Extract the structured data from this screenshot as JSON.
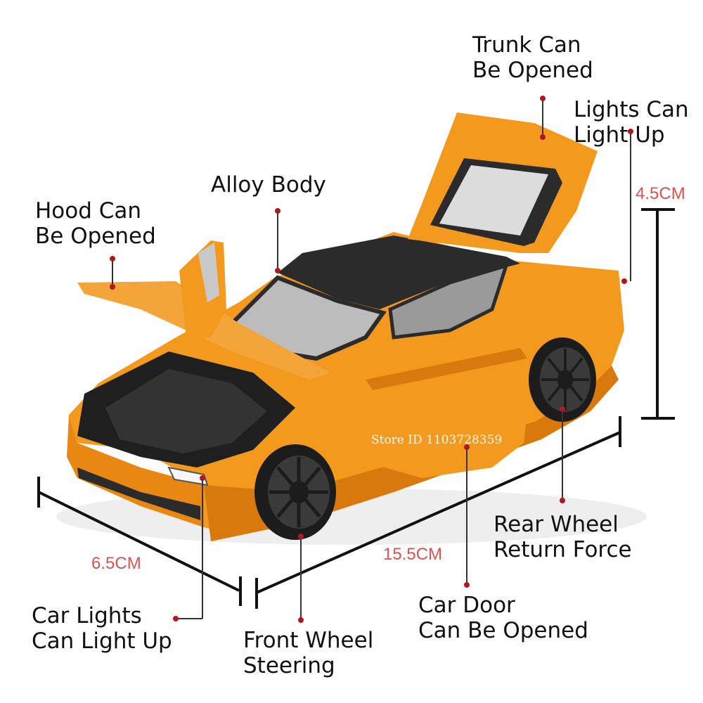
{
  "callouts": {
    "trunk": {
      "line1": "Trunk Can",
      "line2": "Be Opened"
    },
    "lights_top": {
      "line1": "Lights Can",
      "line2": "Light Up"
    },
    "alloy": {
      "line1": "Alloy Body"
    },
    "hood": {
      "line1": "Hood Can",
      "line2": "Be Opened"
    },
    "rear_wheel": {
      "line1": "Rear Wheel",
      "line2": "Return Force"
    },
    "car_door": {
      "line1": "Car Door",
      "line2": "Can Be Opened"
    },
    "car_lights": {
      "line1": "Car Lights",
      "line2": "Can Light Up"
    },
    "front_wheel": {
      "line1": "Front Wheel",
      "line2": "Steering"
    }
  },
  "dimensions": {
    "height": "4.5CM",
    "width": "6.5CM",
    "length": "15.5CM"
  },
  "watermark": "Store ID 1103728359",
  "colors": {
    "body": "#f39a1e",
    "body_shade": "#d9780c",
    "roof": "#2b2b2b",
    "dimension_text": "#d9534f",
    "marker": "#b0171f",
    "leader": "#333333"
  }
}
